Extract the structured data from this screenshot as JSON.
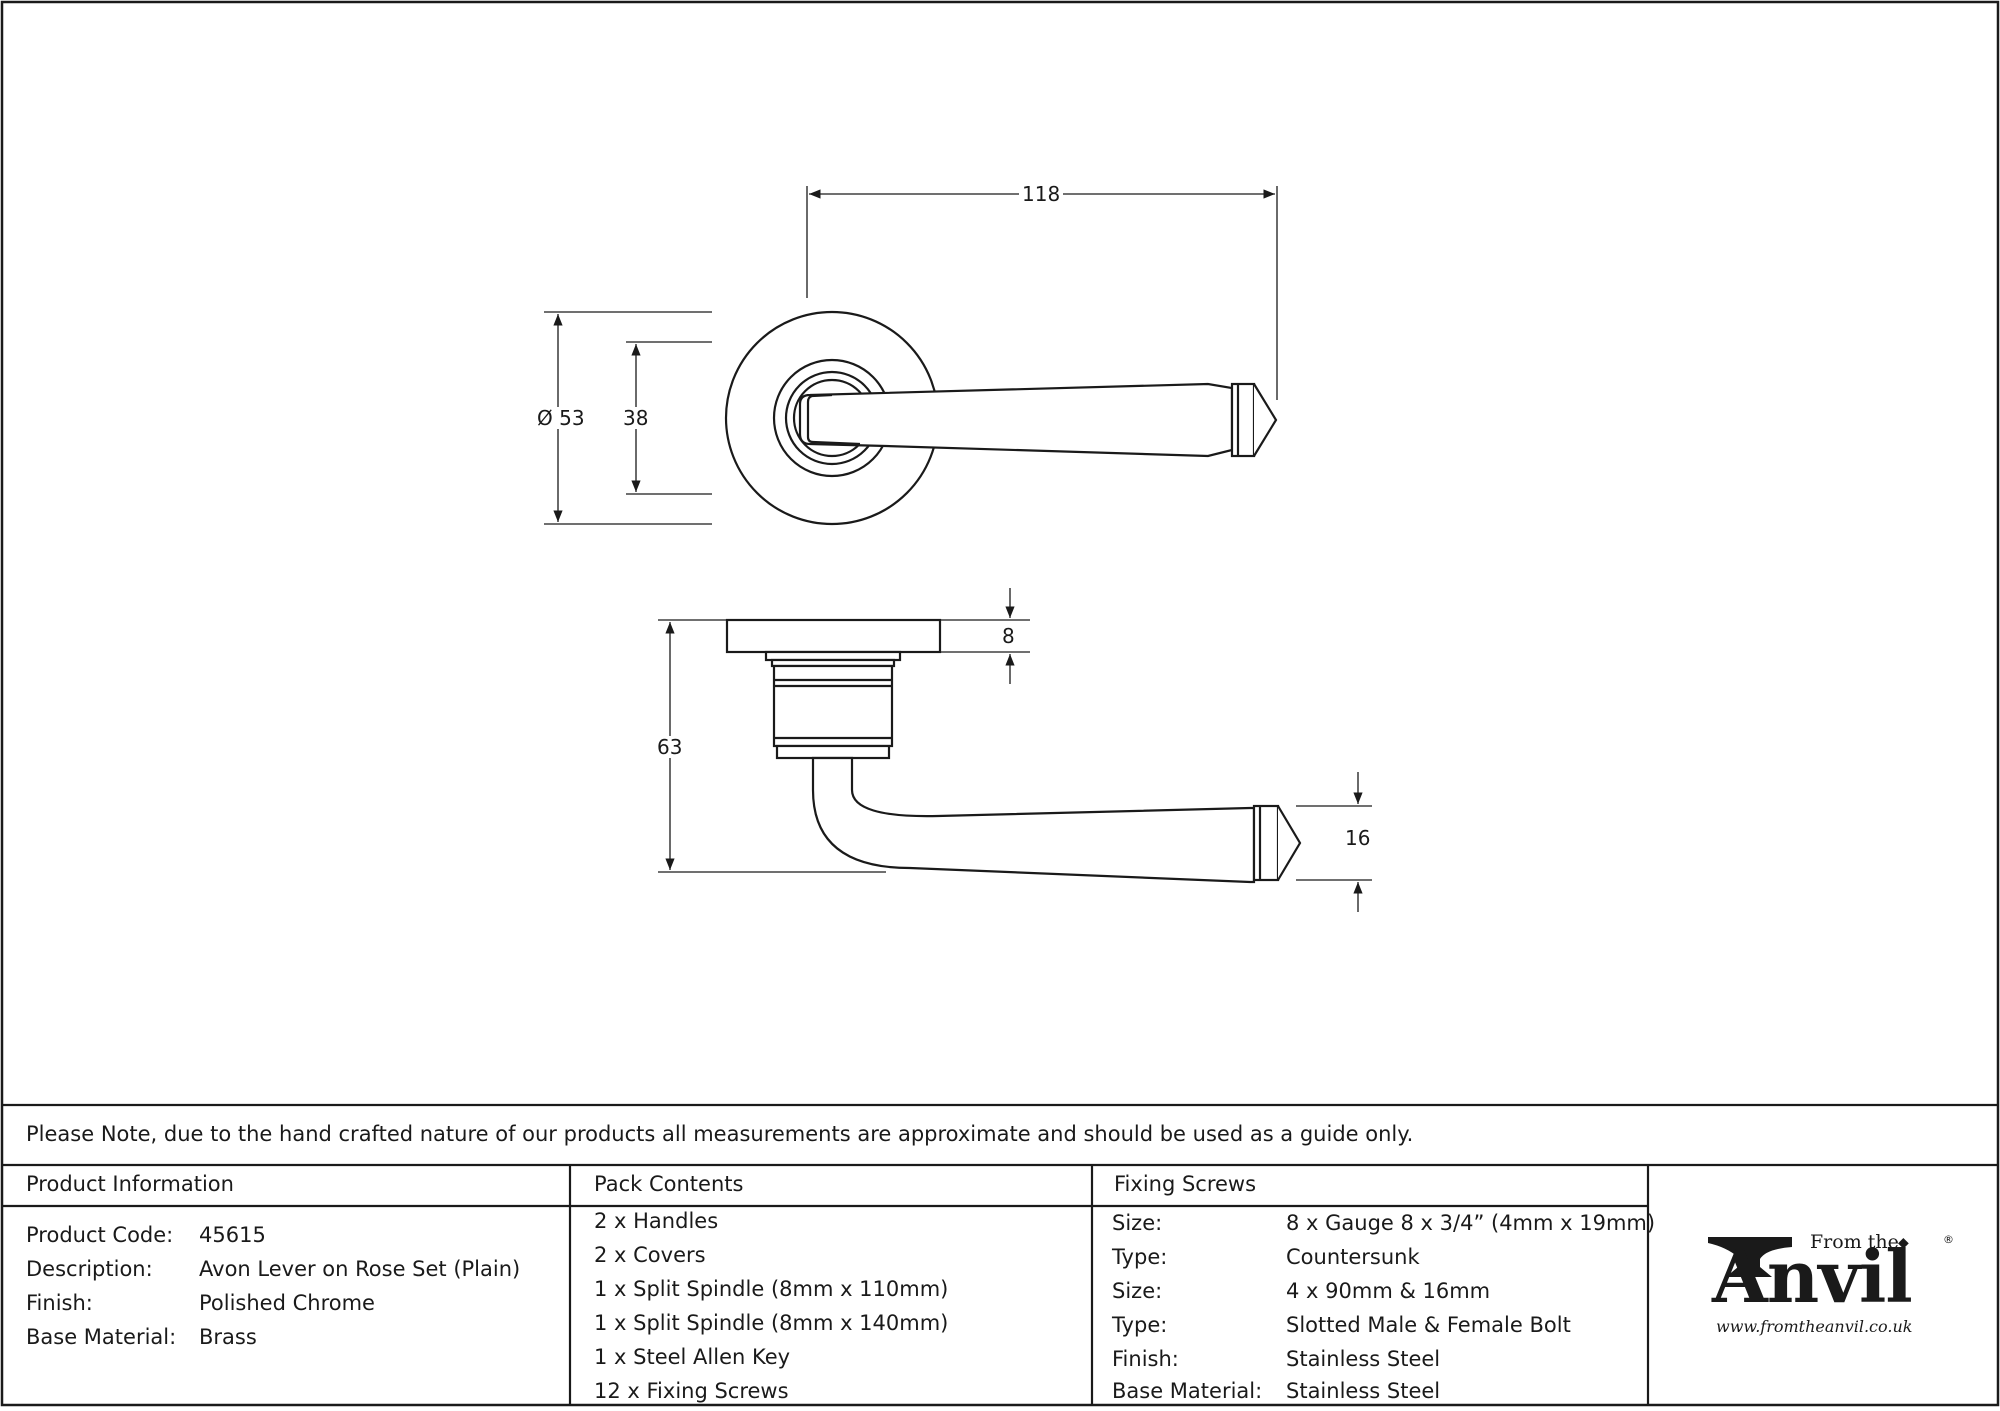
{
  "dimensions": {
    "width_118": "118",
    "dia_53": "Ø 53",
    "h_38": "38",
    "t_8": "8",
    "h_63": "63",
    "lever_16": "16"
  },
  "note": "Please Note, due to the hand crafted nature of our products all measurements are approximate and should be used as a guide only.",
  "product_info": {
    "heading": "Product Information",
    "rows": [
      {
        "label": "Product Code:",
        "value": "45615"
      },
      {
        "label": "Description:",
        "value": "Avon Lever on Rose Set (Plain)"
      },
      {
        "label": "Finish:",
        "value": "Polished Chrome"
      },
      {
        "label": "Base Material:",
        "value": "Brass"
      }
    ]
  },
  "pack_contents": {
    "heading": "Pack Contents",
    "items": [
      "2 x Handles",
      "2 x Covers",
      "1 x Split Spindle (8mm x 110mm)",
      "1 x Split Spindle (8mm x 140mm)",
      "1 x Steel Allen Key",
      "12 x Fixing Screws"
    ]
  },
  "fixing_screws": {
    "heading": "Fixing Screws",
    "rows": [
      {
        "label": "Size:",
        "value": "8 x Gauge 8 x 3/4” (4mm x 19mm)"
      },
      {
        "label": "Type:",
        "value": "Countersunk"
      },
      {
        "label": "Size:",
        "value": "4 x 90mm & 16mm"
      },
      {
        "label": "Type:",
        "value": "Slotted Male & Female Bolt"
      },
      {
        "label": "Finish:",
        "value": "Stainless Steel"
      },
      {
        "label": "Base Material:",
        "value": "Stainless Steel"
      }
    ]
  },
  "logo": {
    "from": "From the",
    "name": "Anvil",
    "url": "www.fromtheanvil.co.uk",
    "reg": "®"
  }
}
